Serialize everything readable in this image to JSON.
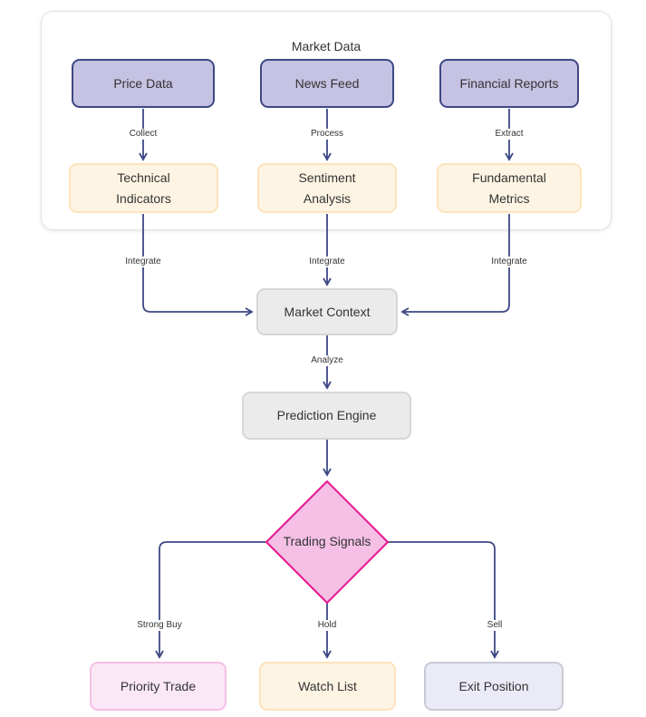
{
  "group": {
    "title": "Market Data"
  },
  "nodes": {
    "price_data": "Price Data",
    "news_feed": "News Feed",
    "financial_reports": "Financial Reports",
    "technical_indicators": "Technical Indicators",
    "sentiment_analysis": "Sentiment Analysis",
    "fundamental_metrics": "Fundamental Metrics",
    "market_context": "Market Context",
    "prediction_engine": "Prediction Engine",
    "trading_signals": "Trading Signals",
    "priority_trade": "Priority Trade",
    "watch_list": "Watch List",
    "exit_position": "Exit Position"
  },
  "edges": {
    "collect": "Collect",
    "process": "Process",
    "extract": "Extract",
    "integrate_1": "Integrate",
    "integrate_2": "Integrate",
    "integrate_3": "Integrate",
    "analyze": "Analyze",
    "strong_buy": "Strong Buy",
    "hold": "Hold",
    "sell": "Sell"
  },
  "colors": {
    "edge": "#3d4885",
    "source_fill": "#c5c2e3",
    "decision_fill": "#f5bfe6",
    "decision_stroke": "#e6178f"
  }
}
